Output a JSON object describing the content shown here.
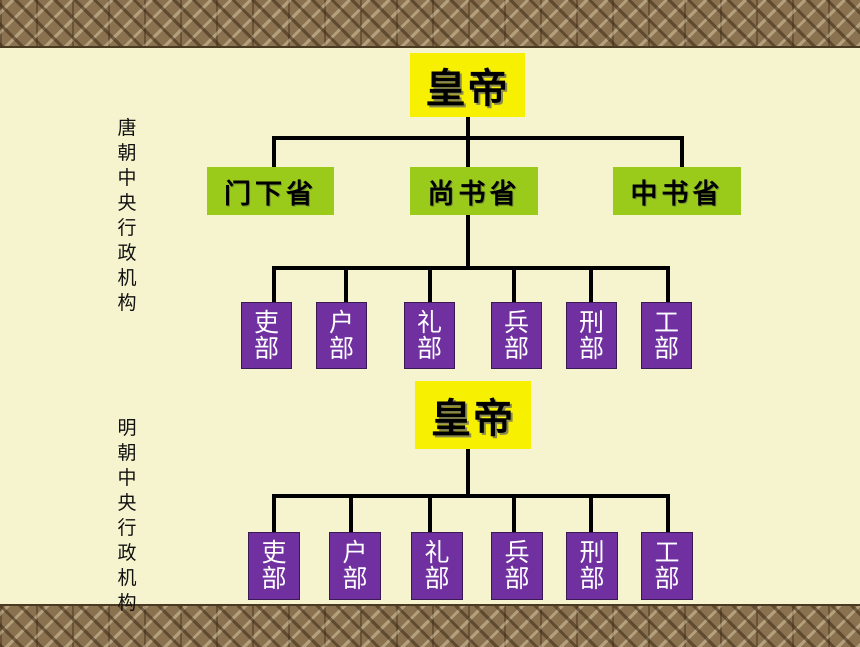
{
  "decoration": {
    "name": "ornamental-border",
    "colors": [
      "#8a7250",
      "#4a3a22",
      "#e6d7b4"
    ]
  },
  "colors": {
    "background": "#f6f3cf",
    "emperor": "#f7f000",
    "sheng": "#9bcb1a",
    "bu": "#7030a0",
    "line": "#000000"
  },
  "tang": {
    "label": "唐\n朝\n中\n央\n行\n政\n机\n构",
    "emperor": "皇帝",
    "sheng": [
      "门下省",
      "尚书省",
      "中书省"
    ],
    "bu": [
      "吏\n部",
      "户\n部",
      "礼\n部",
      "兵\n部",
      "刑\n部",
      "工\n部"
    ]
  },
  "ming": {
    "label": "明\n朝\n中\n央\n行\n政\n机\n构",
    "emperor": "皇帝",
    "bu": [
      "吏\n部",
      "户\n部",
      "礼\n部",
      "兵\n部",
      "刑\n部",
      "工\n部"
    ]
  }
}
